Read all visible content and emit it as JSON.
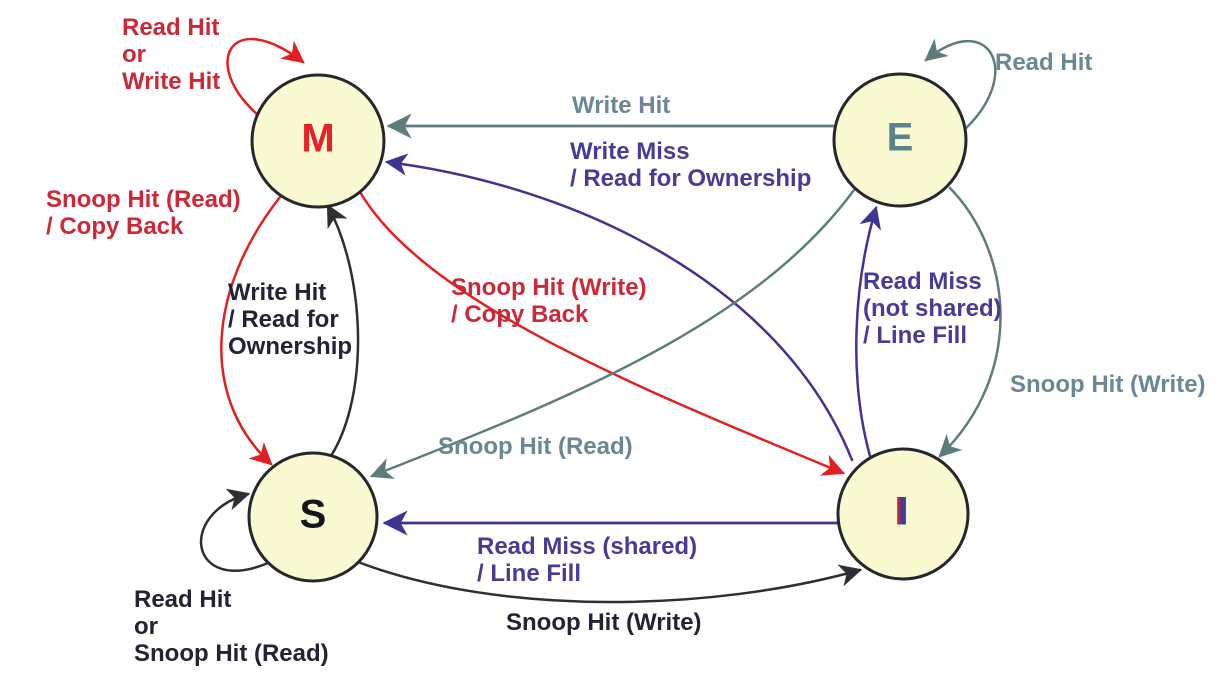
{
  "diagram": {
    "kind": "state-machine",
    "colors": {
      "node_fill": "#fafad2",
      "node_border": "#26262b",
      "red_line": "#e2201f",
      "red_text": "#cd2838",
      "gray_line": "#5f7c7c",
      "gray_text": "#6b8793",
      "purple_line": "#3e3590",
      "purple_text": "#463c96",
      "black_line": "#2e2e33",
      "black_text": "#232334"
    },
    "nodes": {
      "M": {
        "label": "M"
      },
      "E": {
        "label": "E"
      },
      "S": {
        "label": "S"
      },
      "I": {
        "label": "I"
      }
    },
    "edges": {
      "m_self": {
        "from": "M",
        "to": "M",
        "color": "red",
        "label": "Read Hit\nor\nWrite Hit"
      },
      "e_self": {
        "from": "E",
        "to": "E",
        "color": "gray",
        "label": "Read Hit"
      },
      "s_self": {
        "from": "S",
        "to": "S",
        "color": "black",
        "label": "Read Hit\nor\nSnoop Hit (Read)"
      },
      "e_to_m": {
        "from": "E",
        "to": "M",
        "color": "gray",
        "label": "Write Hit"
      },
      "i_to_m": {
        "from": "I",
        "to": "M",
        "color": "purple",
        "label": "Write Miss\n/ Read for Ownership"
      },
      "m_to_s": {
        "from": "M",
        "to": "S",
        "color": "red",
        "label": "Snoop Hit (Read)\n/ Copy Back"
      },
      "s_to_m": {
        "from": "S",
        "to": "M",
        "color": "black",
        "label": "Write Hit\n/ Read for\nOwnership"
      },
      "m_to_i": {
        "from": "M",
        "to": "I",
        "color": "red",
        "label": "Snoop Hit (Write)\n/ Copy Back"
      },
      "e_to_s": {
        "from": "E",
        "to": "S",
        "color": "gray",
        "label": "Snoop Hit (Read)"
      },
      "e_to_i": {
        "from": "E",
        "to": "I",
        "color": "gray",
        "label": "Snoop Hit (Write)"
      },
      "i_to_e": {
        "from": "I",
        "to": "E",
        "color": "purple",
        "label": "Read Miss\n(not shared)\n/ Line Fill"
      },
      "i_to_s": {
        "from": "I",
        "to": "S",
        "color": "purple",
        "label": "Read Miss (shared)\n/ Line Fill"
      },
      "s_to_i": {
        "from": "S",
        "to": "I",
        "color": "black",
        "label": "Snoop Hit (Write)"
      }
    }
  }
}
